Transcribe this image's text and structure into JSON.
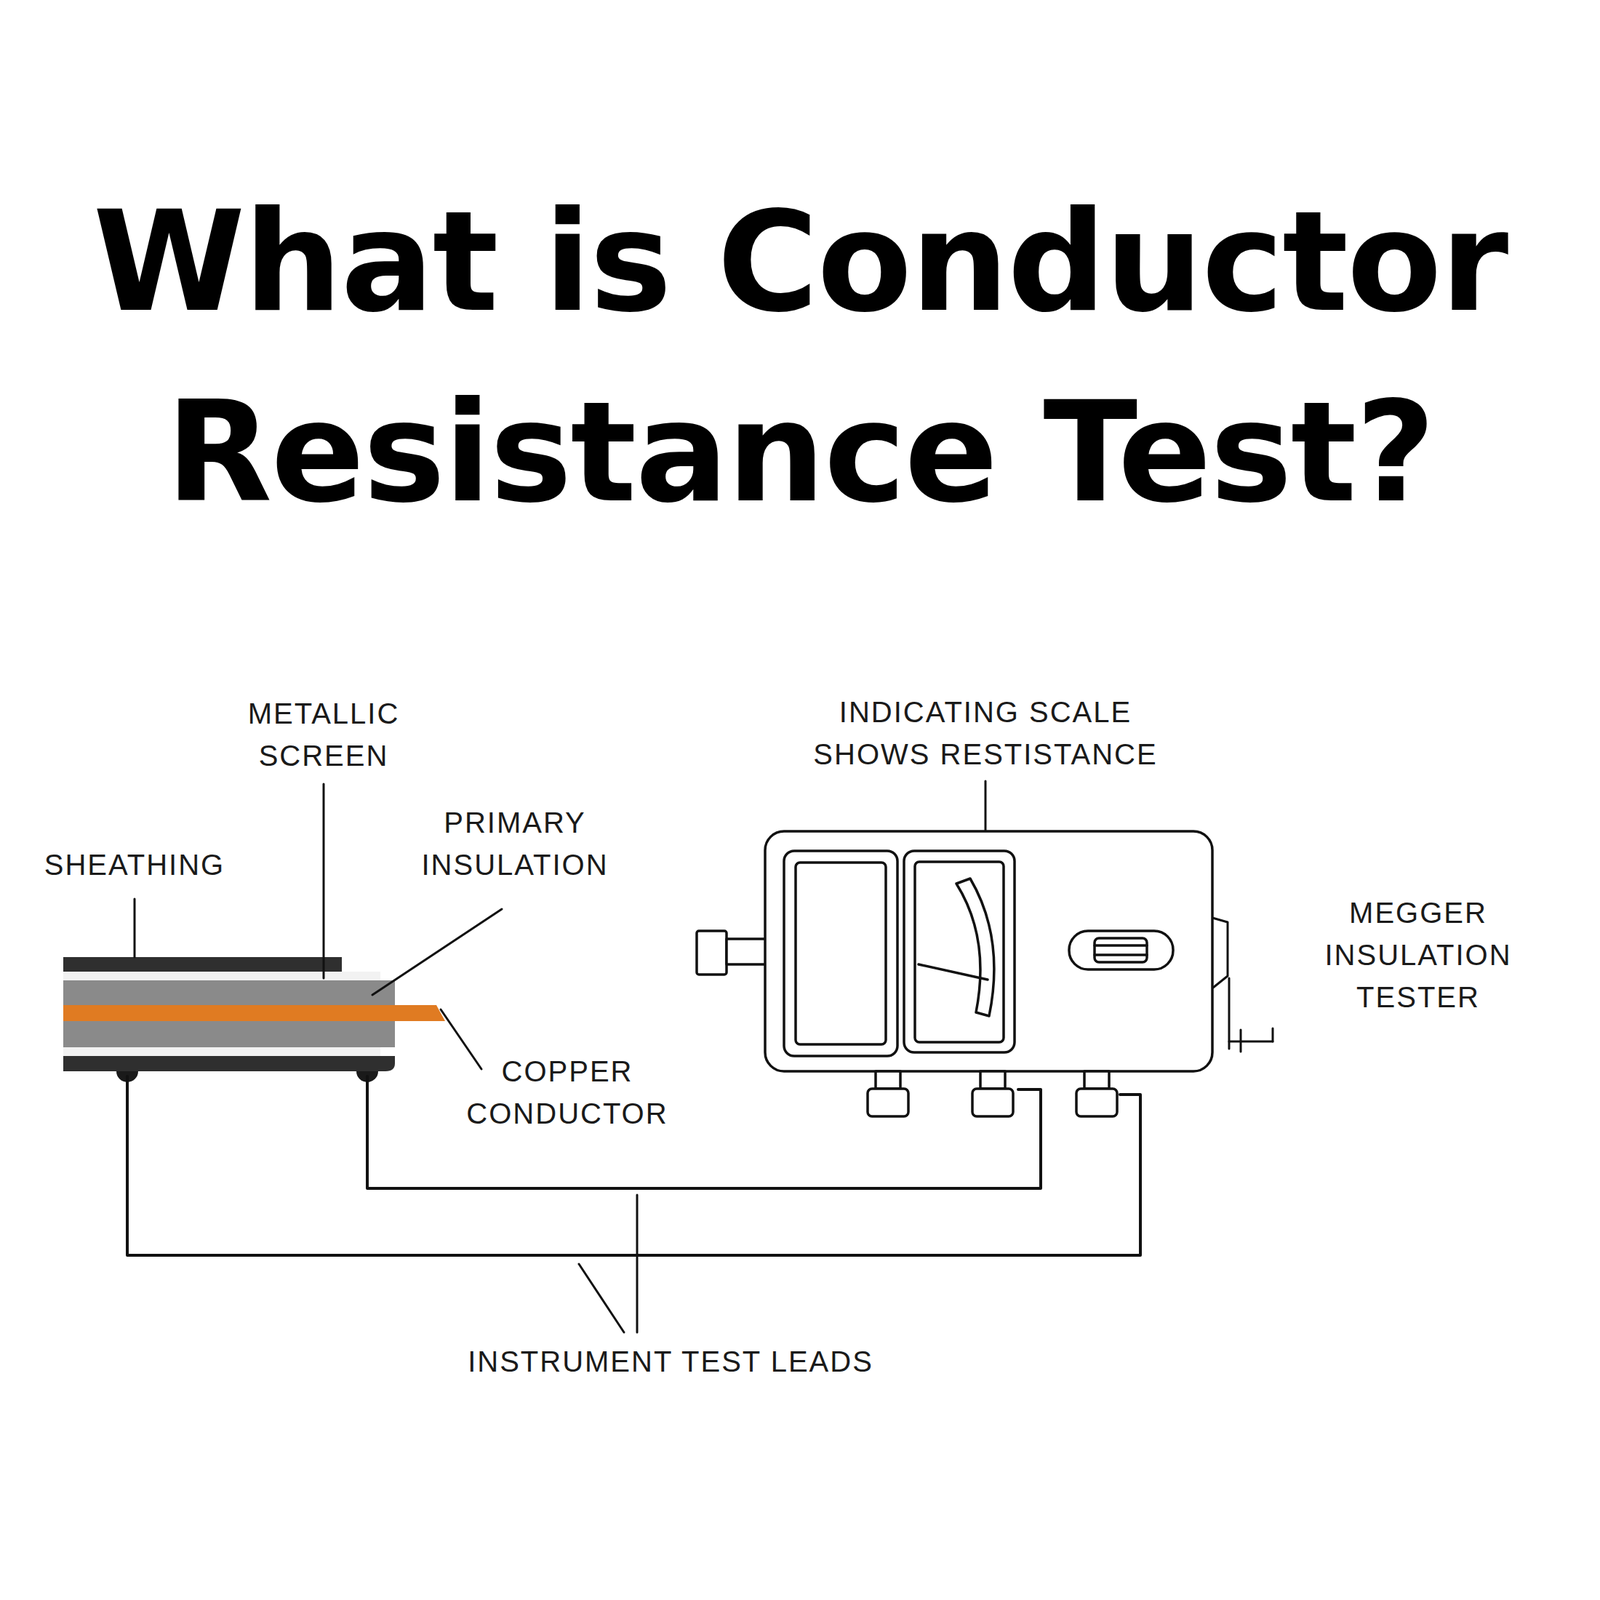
{
  "diagram": {
    "title": "What is Conductor Resistance Test?",
    "labels": [
      "METALLIC SCREEN",
      "SHEATHING",
      "PRIMARY INSULATION",
      "COPPER CONDUCTOR",
      "INDICATING SCALE SHOWS RESTISTANCE",
      "MEGGER INSULATION TESTER",
      "INSTRUMENT TEST LEADS"
    ]
  }
}
